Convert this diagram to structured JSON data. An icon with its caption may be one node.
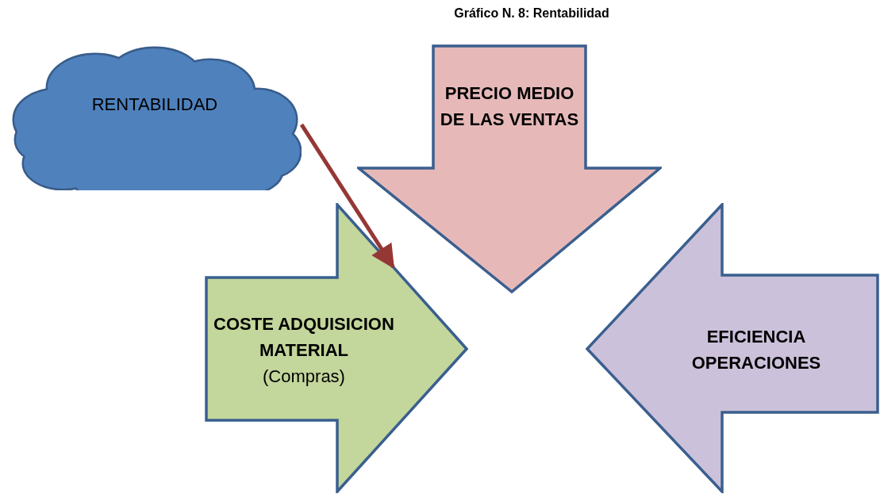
{
  "diagram": {
    "title": "Gráfico N. 8: Rentabilidad",
    "nodes": [
      {
        "text": [
          "RENTABILIDAD"
        ]
      },
      {
        "text": [
          "PRECIO MEDIO DE LAS VENTAS"
        ]
      },
      {
        "text": [
          "COSTE ADQUISICION MATERIAL",
          "(Compras)"
        ]
      },
      {
        "text": [
          "EFICIENCIA OPERACIONES"
        ]
      }
    ],
    "edges": [
      {
        "from": 0,
        "to": 2,
        "arrow": "to",
        "color": "#953735"
      }
    ]
  }
}
